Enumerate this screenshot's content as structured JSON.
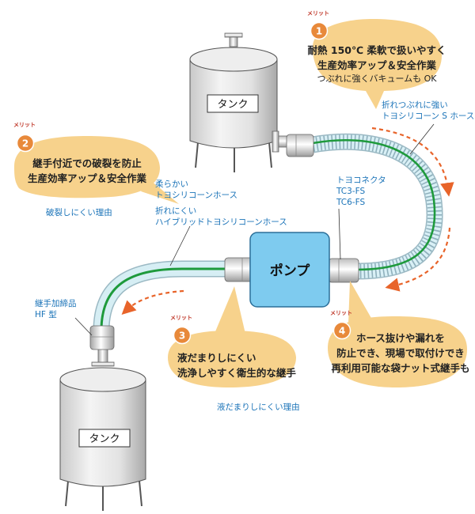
{
  "merits": [
    {
      "tag": "メリット",
      "number": "1",
      "line1": "耐熱 150℃ 柔軟で扱いやすく",
      "line2": "生産効率アップ＆安全作業",
      "line3": "つぶれに強くバキュームも OK"
    },
    {
      "tag": "メリット",
      "number": "2",
      "line1": "継手付近での破裂を防止",
      "line2": "生産効率アップ＆安全作業"
    },
    {
      "tag": "メリット",
      "number": "3",
      "line1": "液だまりしにくい",
      "line2": "洗浄しやすく衛生的な継手"
    },
    {
      "tag": "メリット",
      "number": "4",
      "line1": "ホース抜けや漏れを",
      "line2": "防止でき、現場で取付けでき",
      "line3": "再利用可能な袋ナット式継手も"
    }
  ],
  "labels": {
    "tank_top": "タンク",
    "tank_bottom": "タンク",
    "pump": "ポンプ",
    "s_hose_1": "折れつぶれに強い",
    "s_hose_2": "トヨシリコーン S ホース",
    "connector_1": "トヨコネクタ",
    "connector_2": "TC3-FS",
    "connector_3": "TC6-FS",
    "soft_hose_1": "柔らかい",
    "soft_hose_2": "トヨシリコーンホース",
    "hybrid_1": "折れにくい",
    "hybrid_2": "ハイブリッドトヨシリコーンホース",
    "burst_reason": "破裂しにくい理由",
    "fitting_1": "継手加締品",
    "fitting_2": "HF 型",
    "liquid_reason": "液だまりしにくい理由"
  },
  "colors": {
    "bubble": "#f7d28c",
    "badge": "#e8893a",
    "hose": "#cfe9f1",
    "stripe": "#1e9a3c",
    "pump": "#7ecbef",
    "arrow": "#e8642a",
    "label_text": "#1a73b8"
  }
}
